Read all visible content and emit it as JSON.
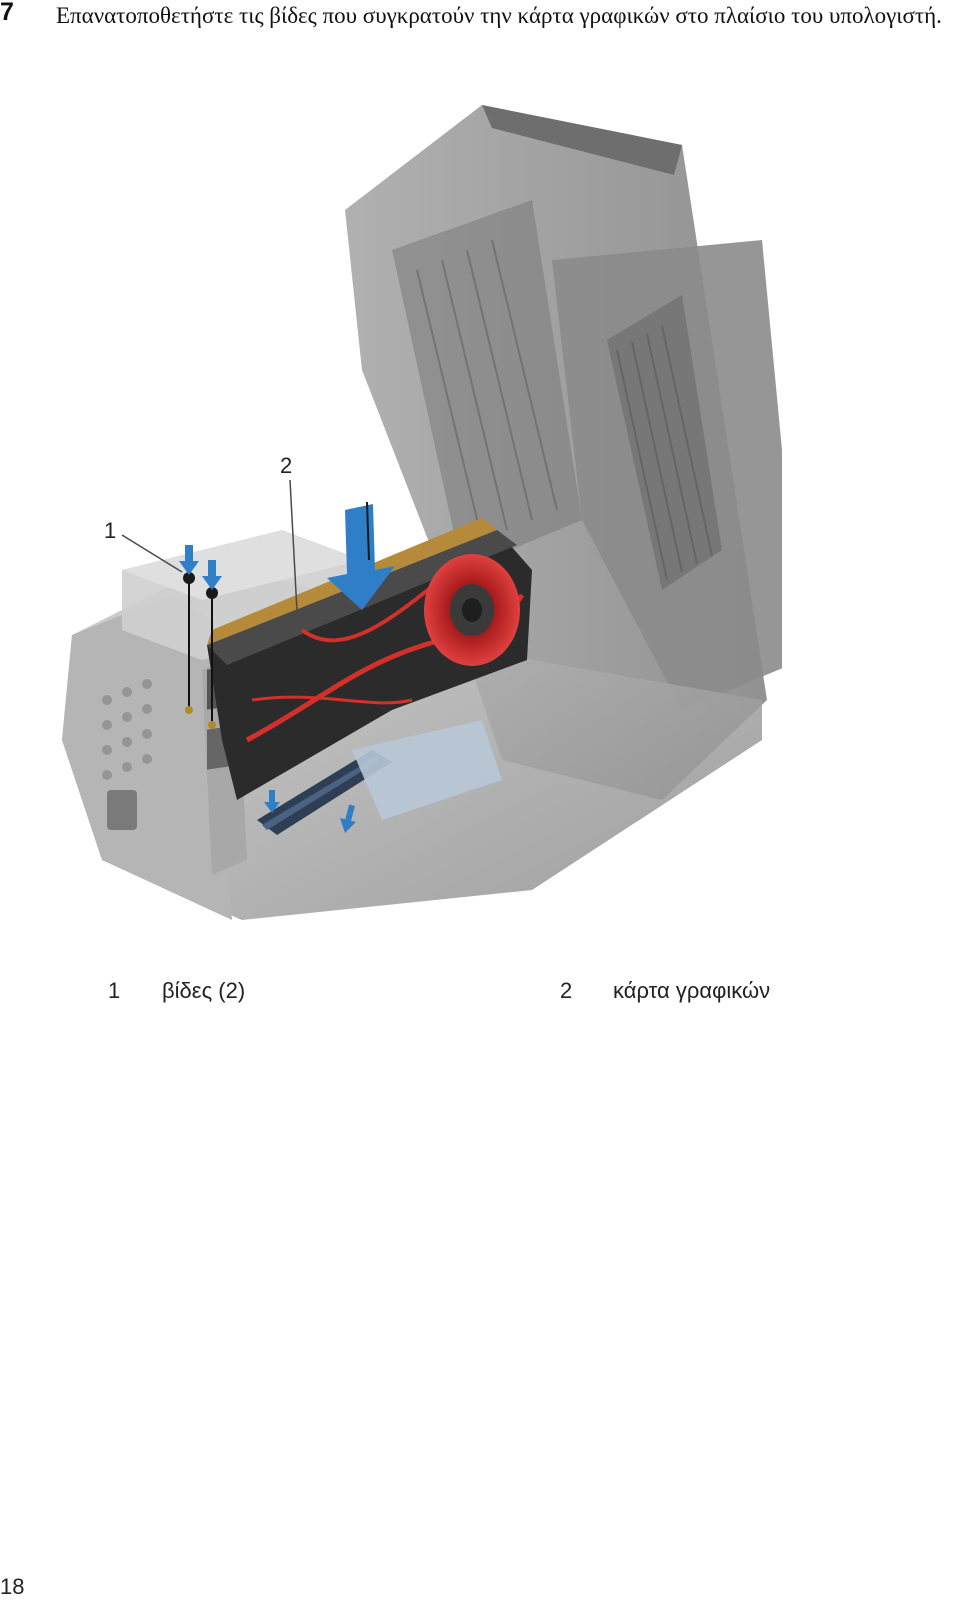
{
  "step": {
    "number": "7",
    "text": "Επανατοποθετήστε τις βίδες που συγκρατούν την κάρτα γραφικών στο πλαίσιο του υπολογιστή."
  },
  "figure": {
    "callout_1": "1",
    "callout_2": "2"
  },
  "legend": [
    {
      "number": "1",
      "label": "βίδες (2)"
    },
    {
      "number": "2",
      "label": "κάρτα γραφικών"
    }
  ],
  "page_number": "18",
  "colors": {
    "card_accent": "#d3302a",
    "arrow": "#2f7fc8",
    "chassis": "#9a9a9a"
  }
}
